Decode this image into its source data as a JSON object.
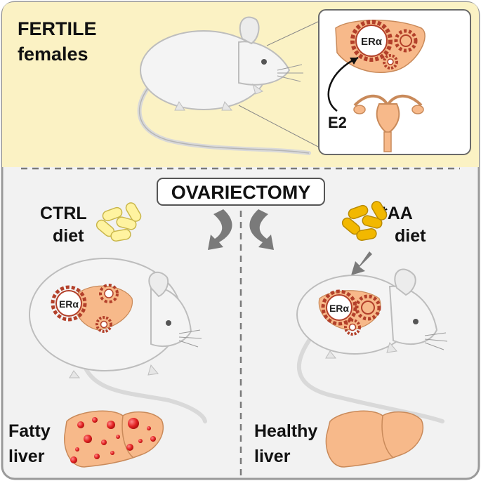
{
  "top": {
    "title_line1": "FERTILE",
    "title_line2": "females",
    "inset": {
      "receptor_label": "ERα",
      "hormone_label": "E2"
    }
  },
  "procedure": {
    "label": "OVARIECTOMY"
  },
  "left": {
    "diet_line1": "CTRL",
    "diet_line2": "diet",
    "receptor_label": "ERα",
    "outcome_line1": "Fatty",
    "outcome_line2": "liver"
  },
  "right": {
    "diet_line1": "*AA",
    "diet_line2": "diet",
    "receptor_label": "ERα",
    "outcome_line1": "Healthy",
    "outcome_line2": "liver"
  },
  "colors": {
    "top_background": "#fbf2c4",
    "bottom_background": "#f2f2f2",
    "liver_fill": "#f7b98a",
    "liver_stroke": "#c98a5a",
    "gear_stroke": "#b3402a",
    "ctrl_pellet": "#fff3a0",
    "aa_pellet": "#f2b800",
    "fat_droplet": "#e22222",
    "arrow_gray": "#7a7a7a"
  }
}
